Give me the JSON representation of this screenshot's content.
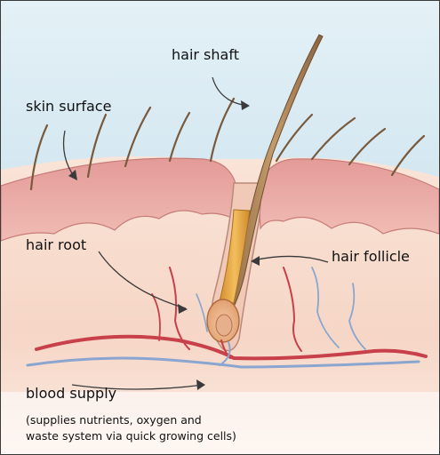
{
  "labels": {
    "hair_shaft": "hair shaft",
    "skin_surface": "skin surface",
    "hair_root": "hair root",
    "hair_follicle": "hair follicle",
    "blood_supply": "blood supply",
    "blood_supply_note_line1": "(supplies nutrients, oxygen and",
    "blood_supply_note_line2": "waste system via quick growing cells)"
  },
  "colors": {
    "sky": "#d9ebf3",
    "skin_dermis": "#f7dccd",
    "epidermis": "#eaa9a4",
    "hair": "#b98a5a",
    "follicle_gold": "#e6a94a",
    "artery": "#c7404a",
    "vein": "#7e9cc8",
    "frame": "#3a3a3a",
    "text": "#111111"
  }
}
